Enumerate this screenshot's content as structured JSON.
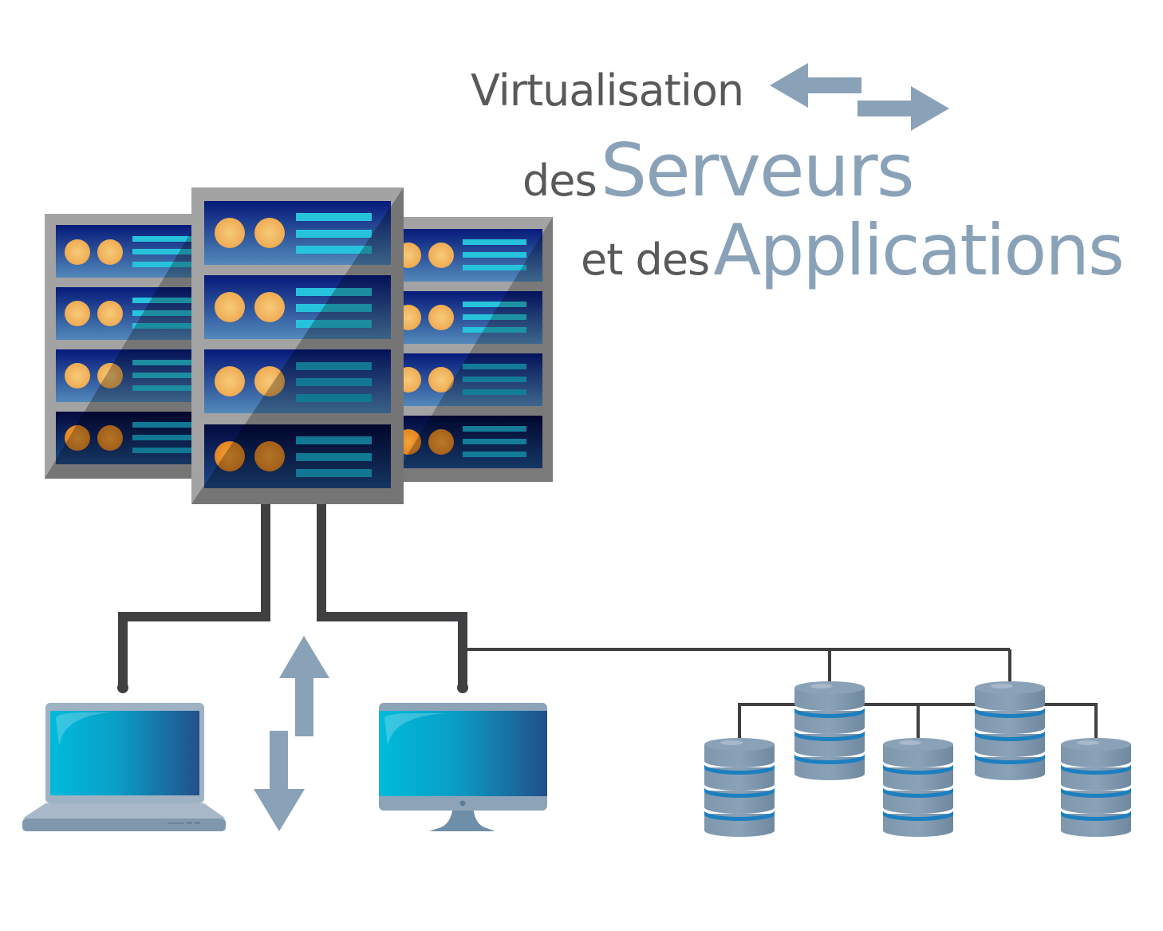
{
  "title": {
    "line1": "Virtualisation",
    "line2_prefix": "des",
    "line2_emphasis": "Serveurs",
    "line3_prefix": "et des",
    "line3_emphasis": "Applications"
  },
  "colors": {
    "text_dark": "#58595b",
    "text_accent": "#8aa2b8",
    "arrow": "#8aa2b8",
    "rack_frame": "#a3a3a3",
    "rack_panel_top": "#061a7a",
    "rack_panel_bottom": "#4c86b8",
    "rack_led": "#f2b560",
    "rack_bar": "#27c3dd",
    "cable": "#404042",
    "screen_light": "#00b8d9",
    "screen_dark": "#22508a",
    "device_body": "#8aa2b8",
    "database_body": "#8aa2b8",
    "database_band": "#1c7fc0"
  },
  "diagram": {
    "server_racks": [
      {
        "id": "rack-left",
        "units": 4
      },
      {
        "id": "rack-center",
        "units": 4
      },
      {
        "id": "rack-right",
        "units": 4
      }
    ],
    "clients": [
      {
        "id": "laptop",
        "type": "laptop"
      },
      {
        "id": "desktop-monitor",
        "type": "monitor"
      }
    ],
    "databases": [
      {
        "id": "db-1",
        "row": "lower"
      },
      {
        "id": "db-2",
        "row": "upper"
      },
      {
        "id": "db-3",
        "row": "lower"
      },
      {
        "id": "db-4",
        "row": "upper"
      },
      {
        "id": "db-5",
        "row": "lower"
      }
    ],
    "arrows": {
      "title": [
        "left",
        "right"
      ],
      "exchange": [
        "up",
        "down"
      ]
    }
  }
}
